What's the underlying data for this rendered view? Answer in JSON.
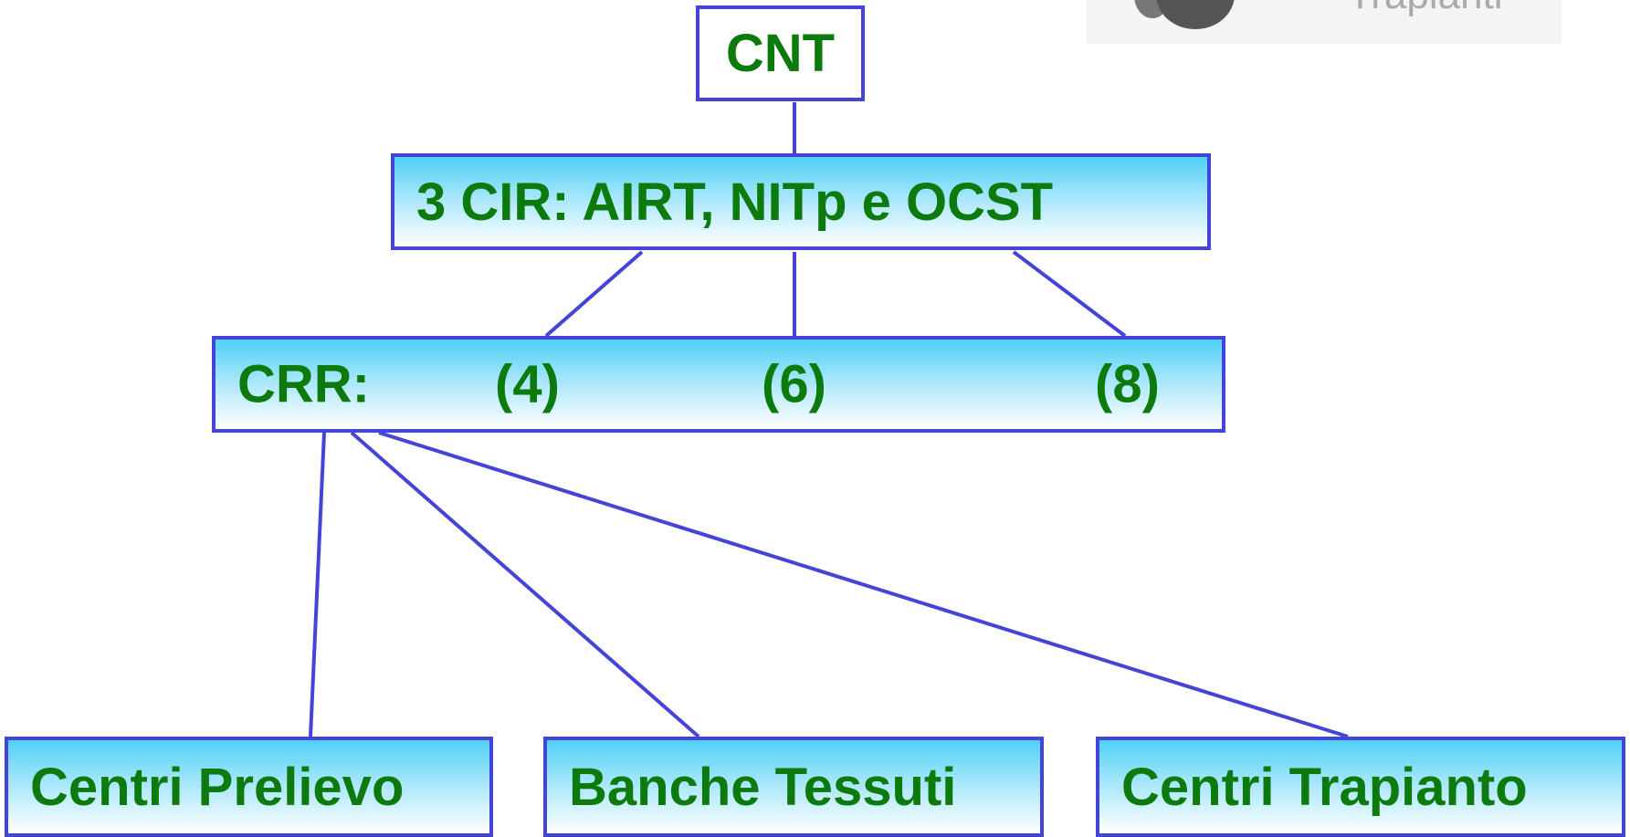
{
  "nodes": {
    "cnt": "CNT",
    "cir": "3 CIR: AIRT, NITp e OCST",
    "crr": {
      "label": "CRR:",
      "values": [
        "(4)",
        "(6)",
        "(8)"
      ]
    },
    "leaves": [
      "Centri Prelievo",
      "Banche Tessuti",
      "Centri Trapianto"
    ]
  },
  "logo": {
    "text": "Trapianti"
  },
  "colors": {
    "border": "#4444d8",
    "text": "#0d7a0d",
    "gradient_top": "#4fd0f7"
  }
}
